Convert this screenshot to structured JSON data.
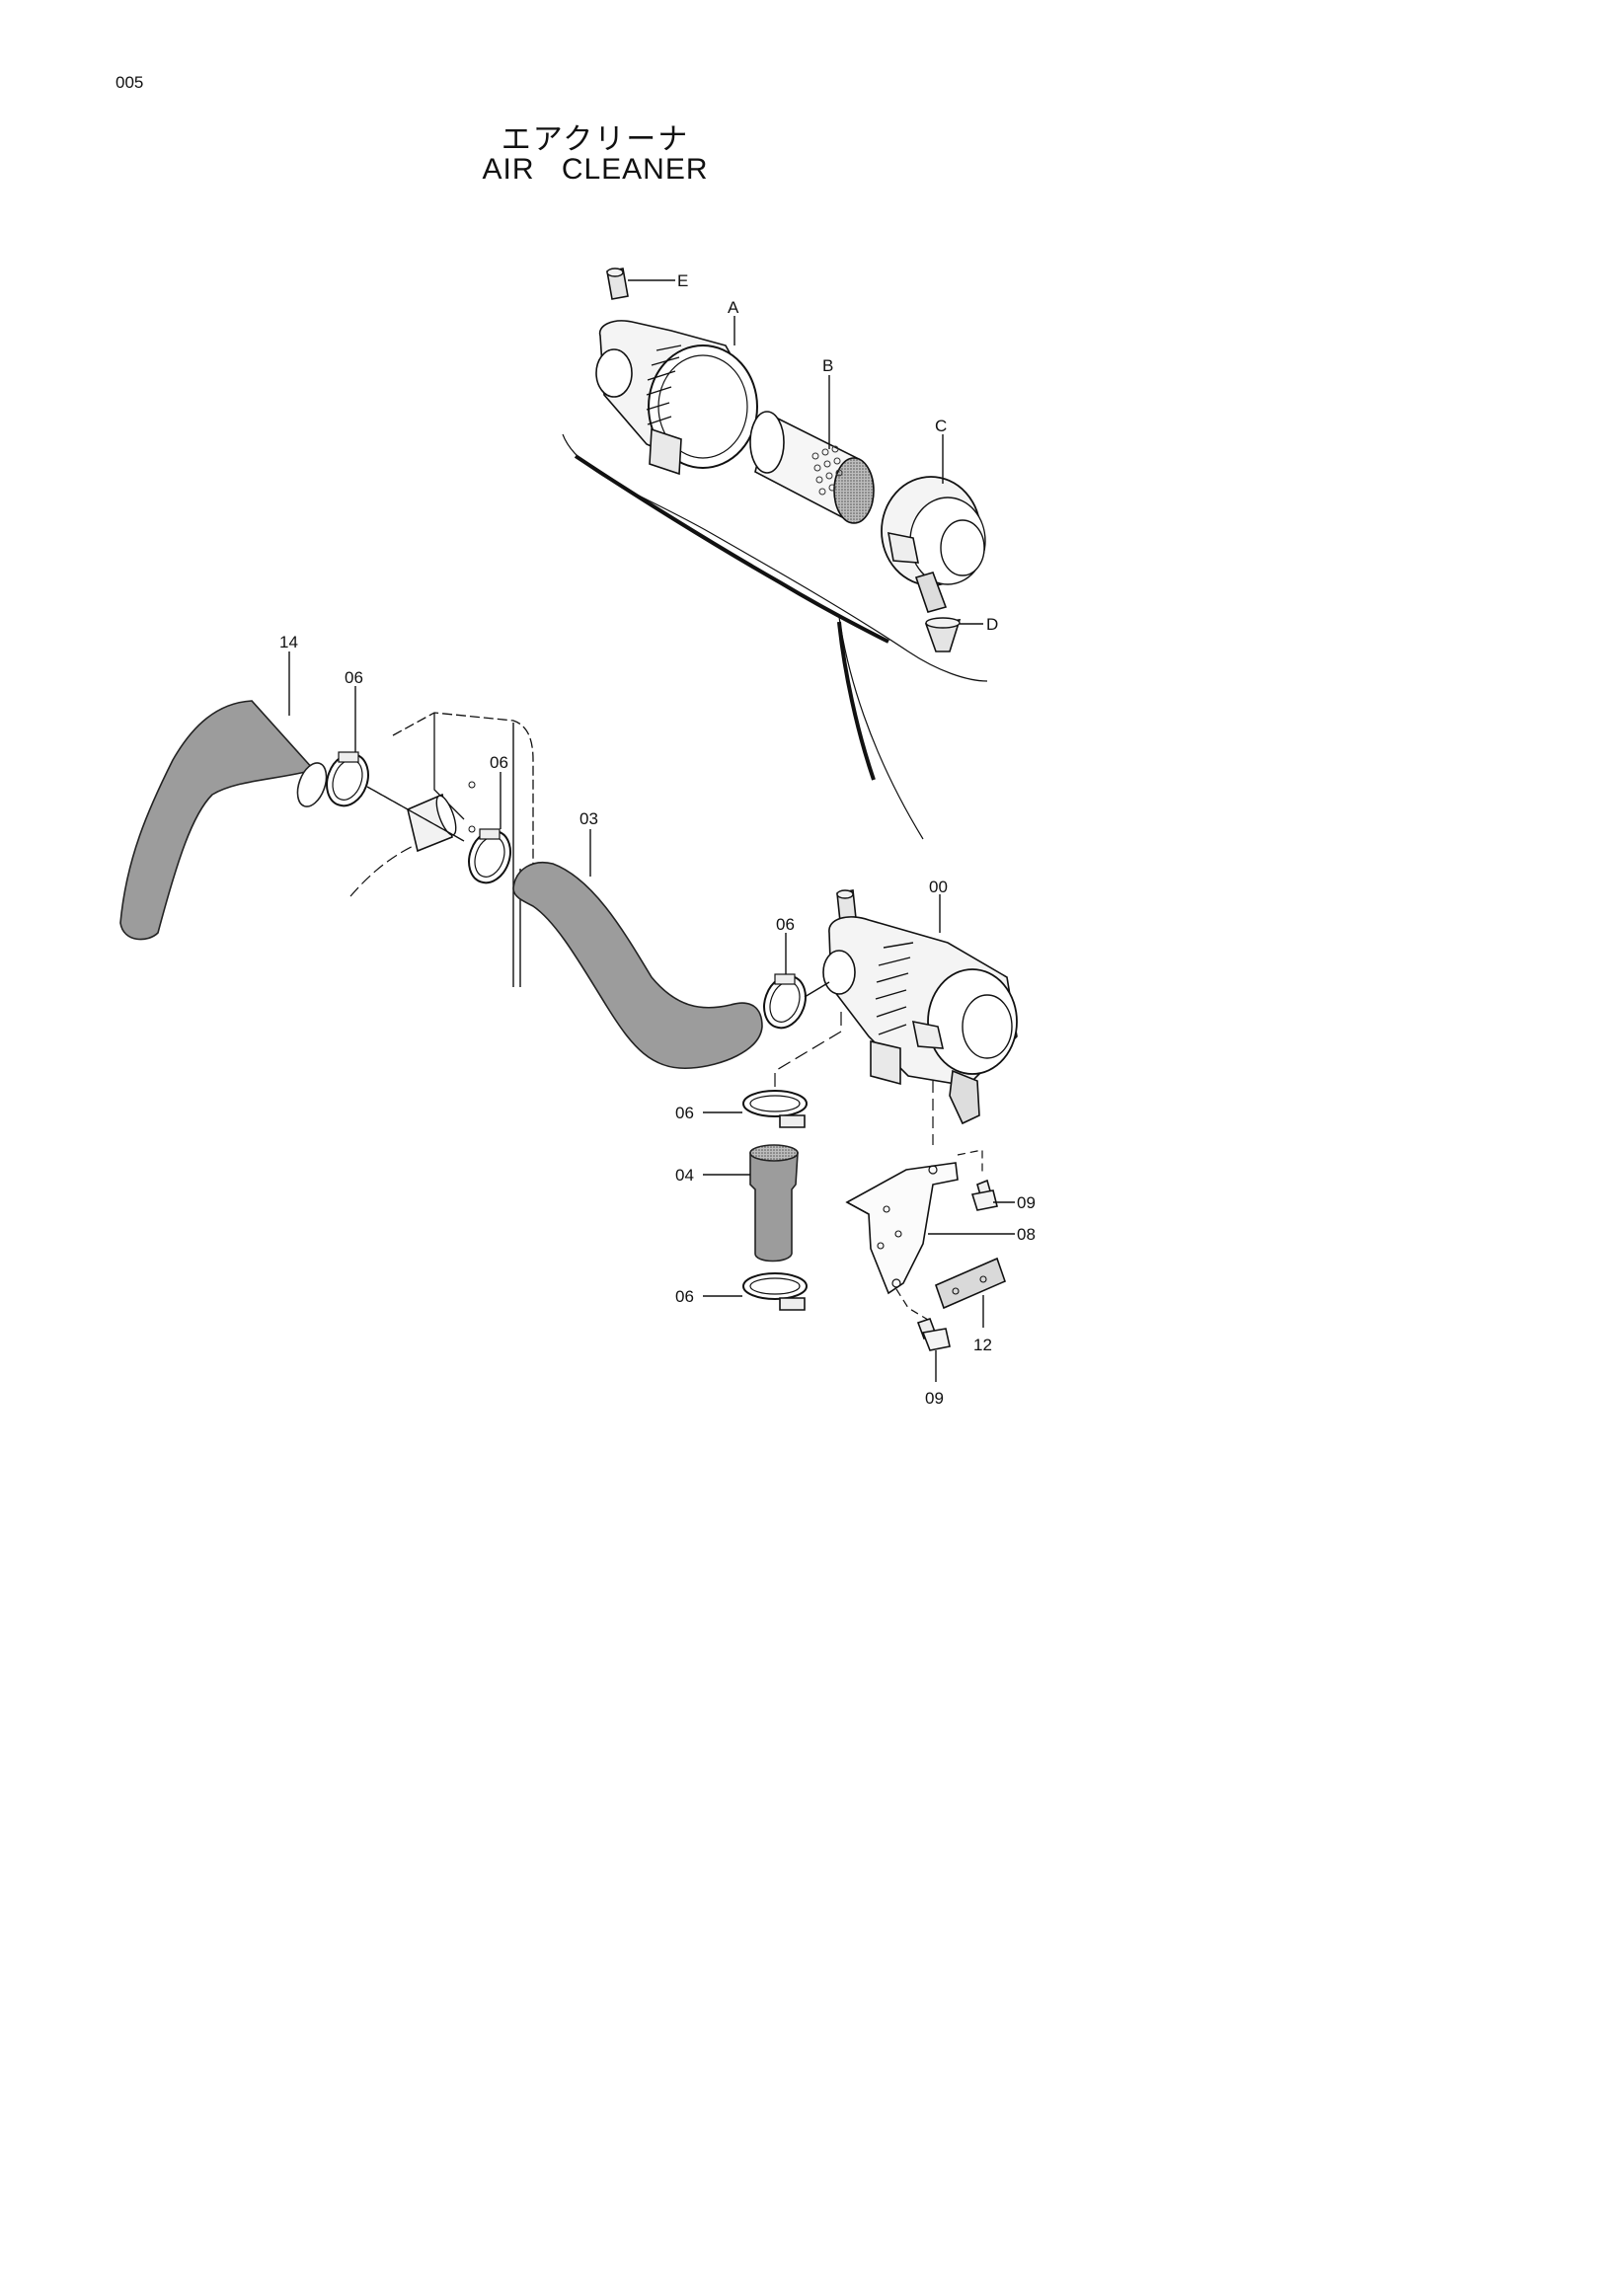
{
  "page_number": "005",
  "title_jp": "エアクリーナ",
  "title_en": "AIR   CLEANER",
  "callouts": {
    "E": "E",
    "A": "A",
    "B": "B",
    "C": "C",
    "D": "D",
    "p14": "14",
    "p06_a": "06",
    "p06_b": "06",
    "p06_c": "06",
    "p06_d": "06",
    "p06_e": "06",
    "p03": "03",
    "p00": "00",
    "p04": "04",
    "p09_a": "09",
    "p09_b": "09",
    "p08": "08",
    "p12": "12"
  }
}
